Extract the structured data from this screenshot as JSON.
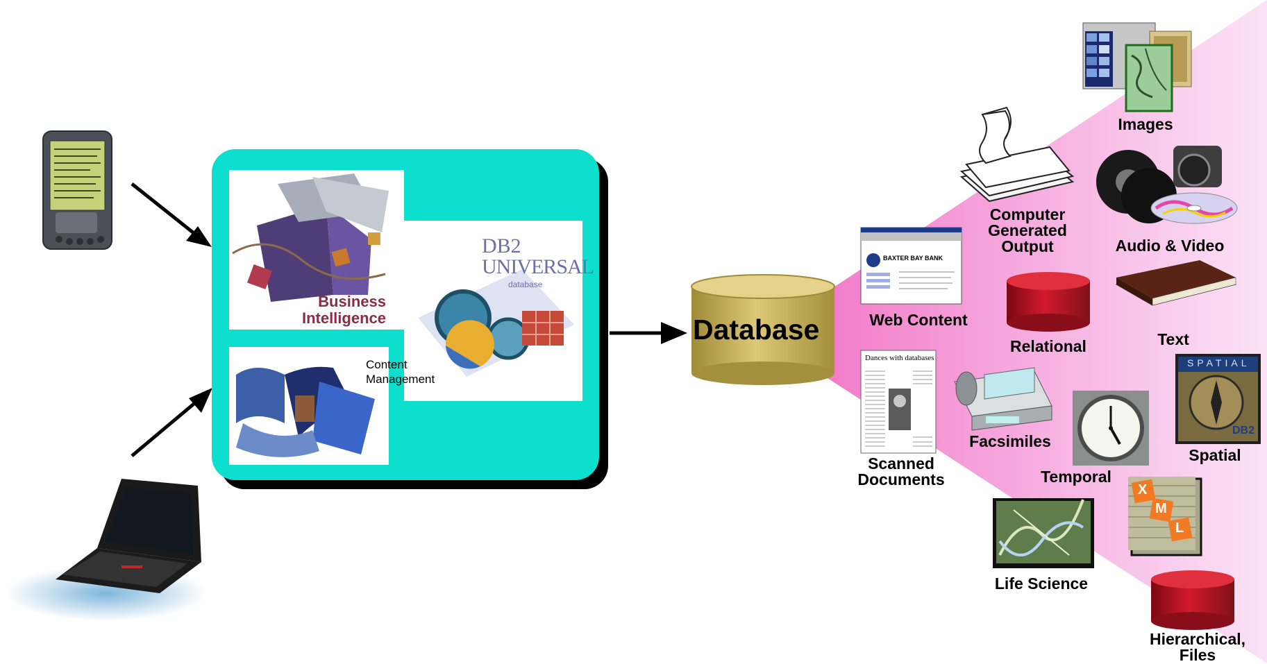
{
  "colors": {
    "panel": "#0cdfce",
    "database": "#c9b25a",
    "fan_light": "#f9d6f2",
    "fan_dark": "#f27cc9",
    "cylinder_red": "#b30c1c"
  },
  "devices": {
    "pda_icon": "pda-icon",
    "laptop_icon": "laptop-icon"
  },
  "panel": {
    "business_intelligence": "Business\nIntelligence",
    "db2_logo": "DB2",
    "db2_universal": "UNIVERSAL",
    "db2_database": "database",
    "content_management": "Content\nManagement"
  },
  "database": {
    "label": "Database"
  },
  "data_types": {
    "images": "Images",
    "computer_generated_output": "Computer\nGenerated\nOutput",
    "audio_video": "Audio & Video",
    "web_content": "Web Content",
    "relational": "Relational",
    "text": "Text",
    "facsimiles": "Facsimiles",
    "temporal": "Temporal",
    "spatial": "Spatial",
    "scanned_documents": "Scanned\nDocuments",
    "life_science": "Life Science",
    "hierarchical_files": "Hierarchical,\nFiles"
  },
  "thumbnails": {
    "web_bank": "BAXTER BAY BANK",
    "scanned_headline": "Dances with databases",
    "spatial_banner": "SPATIAL",
    "spatial_db2": "DB2",
    "xml_x": "X",
    "xml_m": "M",
    "xml_l": "L"
  }
}
